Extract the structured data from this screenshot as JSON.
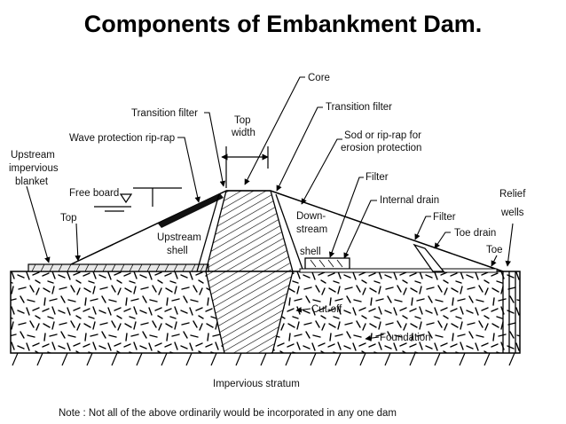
{
  "title": "Components of Embankment Dam.",
  "labels": {
    "core": "Core",
    "transition_filter_left": "Transition filter",
    "top_width_1": "Top",
    "top_width_2": "width",
    "transition_filter_right": "Transition filter",
    "wave_protection": "Wave protection rip-rap",
    "sod_riprap_1": "Sod or rip-rap for",
    "sod_riprap_2": "erosion protection",
    "upstream_blanket_1": "Upstream",
    "upstream_blanket_2": "impervious",
    "upstream_blanket_3": "blanket",
    "free_board": "Free board",
    "filter_top": "Filter",
    "internal_drain": "Internal drain",
    "relief_wells_1": "Relief",
    "relief_wells_2": "wells",
    "top_left": "Top",
    "upstream_shell_1": "Upstream",
    "upstream_shell_2": "shell",
    "downstream_shell_1": "Down-",
    "downstream_shell_2": "stream",
    "downstream_shell_3": "shell",
    "filter_right": "Filter",
    "toe_drain": "Toe drain",
    "toe": "Toe",
    "cut_off": "Cut-off",
    "foundation": "Foundation",
    "impervious_stratum": "Impervious stratum"
  },
  "note": "Note : Not all of the above ordinarily would be incorporated in any one dam"
}
